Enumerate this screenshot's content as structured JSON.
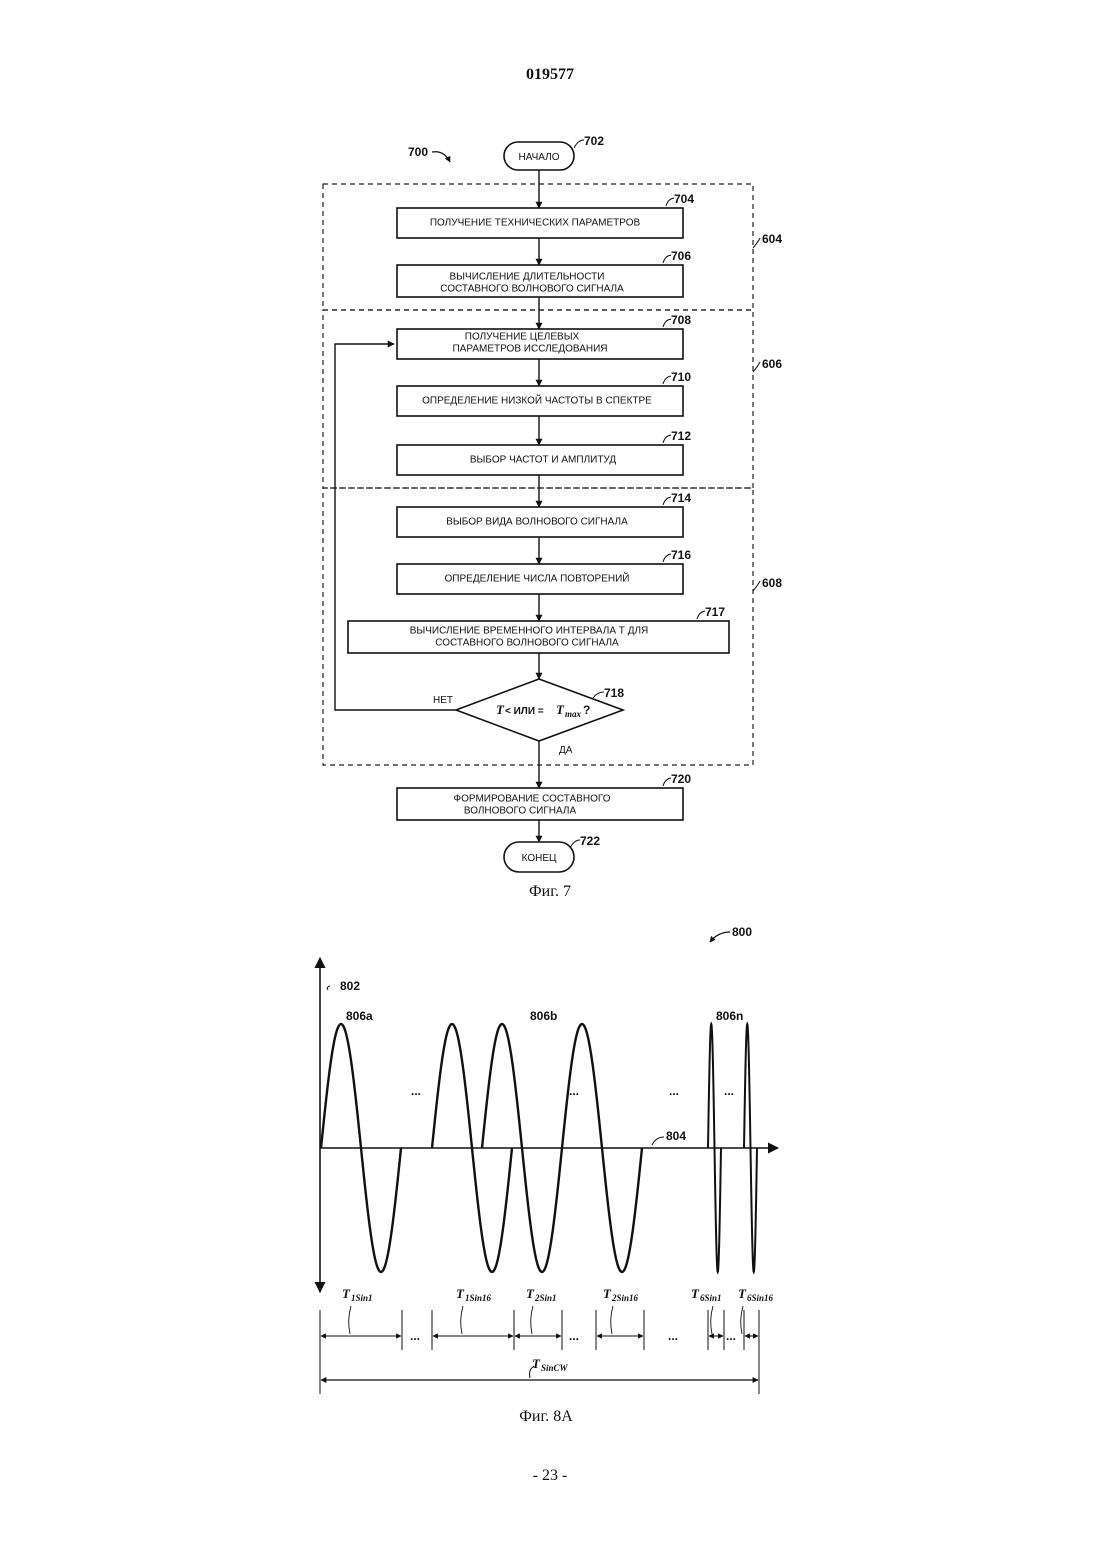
{
  "header": {
    "doc_number": "019577"
  },
  "footer": {
    "page_number": "- 23 -"
  },
  "fig7": {
    "ref_main": "700",
    "caption": "Фиг. 7",
    "start": {
      "label": "НАЧАЛО",
      "ref": "702"
    },
    "end": {
      "label": "КОНЕЦ",
      "ref": "722"
    },
    "groups": [
      {
        "ref": "604"
      },
      {
        "ref": "606"
      },
      {
        "ref": "608"
      }
    ],
    "steps": [
      {
        "ref": "704",
        "lines": [
          "ПОЛУЧЕНИЕ ТЕХНИЧЕСКИХ ПАРАМЕТРОВ"
        ]
      },
      {
        "ref": "706",
        "lines": [
          "ВЫЧИСЛЕНИЕ ДЛИТЕЛЬНОСТИ",
          "СОСТАВНОГО ВОЛНОВОГО СИГНАЛА"
        ]
      },
      {
        "ref": "708",
        "lines": [
          "ПОЛУЧЕНИЕ ЦЕЛЕВЫХ",
          "ПАРАМЕТРОВ ИССЛЕДОВАНИЯ"
        ]
      },
      {
        "ref": "710",
        "lines": [
          "ОПРЕДЕЛЕНИЕ НИЗКОЙ ЧАСТОТЫ В СПЕКТРЕ"
        ]
      },
      {
        "ref": "712",
        "lines": [
          "ВЫБОР ЧАСТОТ И АМПЛИТУД"
        ]
      },
      {
        "ref": "714",
        "lines": [
          "ВЫБОР ВИДА ВОЛНОВОГО СИГНАЛА"
        ]
      },
      {
        "ref": "716",
        "lines": [
          "ОПРЕДЕЛЕНИЕ ЧИСЛА ПОВТОРЕНИЙ"
        ]
      },
      {
        "ref": "717",
        "lines": [
          "ВЫЧИСЛЕНИЕ ВРЕМЕННОГО ИНТЕРВАЛА Т ДЛЯ",
          "СОСТАВНОГО ВОЛНОВОГО СИГНАЛА"
        ]
      },
      {
        "ref": "720",
        "lines": [
          "ФОРМИРОВАНИЕ СОСТАВНОГО",
          "ВОЛНОВОГО СИГНАЛА"
        ]
      }
    ],
    "decision": {
      "ref": "718",
      "t": "T",
      "op": "< ИЛИ =",
      "tmax_main": "T",
      "tmax_sub": "max",
      "q": "?",
      "no_label": "НЕТ",
      "yes_label": "ДА"
    }
  },
  "fig8a": {
    "ref_main": "800",
    "caption": "Фиг. 8А",
    "y_axis_ref": "802",
    "x_axis_ref": "804",
    "wave_refs": [
      "806a",
      "806b",
      "806n"
    ],
    "ellipsis": "...",
    "interval_labels": [
      {
        "main": "T",
        "sub": "1Sin1"
      },
      {
        "main": "T",
        "sub": "1Sin16"
      },
      {
        "main": "T",
        "sub": "2Sin1"
      },
      {
        "main": "T",
        "sub": "2Sin16"
      },
      {
        "main": "T",
        "sub": "6Sin1"
      },
      {
        "main": "T",
        "sub": "6Sin16"
      }
    ],
    "total_label": {
      "main": "T",
      "sub": "SinCW"
    }
  }
}
